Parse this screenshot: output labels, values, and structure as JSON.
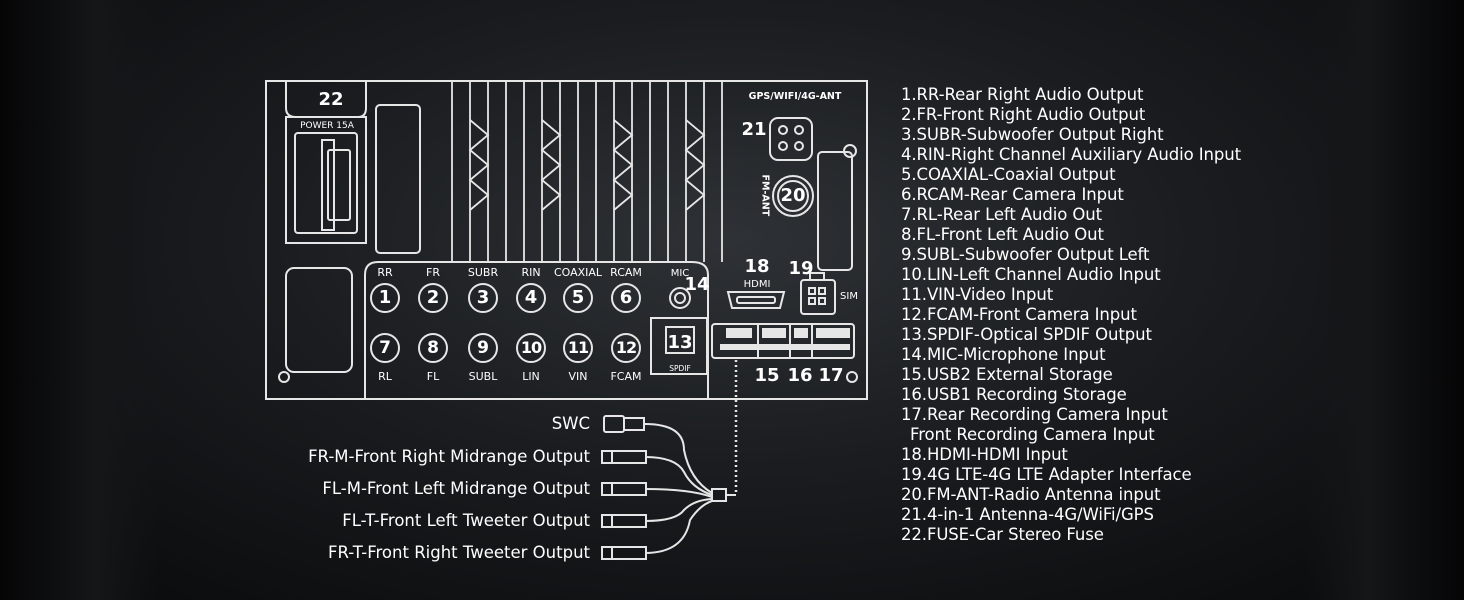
{
  "top_labels": {
    "fuse_number": "22",
    "fuse_label": "POWER 15A",
    "antenna_header": "GPS/WIFI/4G-ANT",
    "ant4in1_number": "21",
    "fm_number": "20",
    "fm_label": "FM-ANT",
    "hdmi_number": "18",
    "hdmi_label": "HDMI",
    "sim_number": "19",
    "sim_label": "SIM",
    "mic_label": "MIC",
    "mic_number": "14",
    "spdif_number": "13",
    "spdif_label": "SPDIF",
    "usb_numbers": [
      "15",
      "16",
      "17"
    ]
  },
  "rca_top": [
    {
      "label": "RR",
      "number": "1"
    },
    {
      "label": "FR",
      "number": "2"
    },
    {
      "label": "SUBR",
      "number": "3"
    },
    {
      "label": "RIN",
      "number": "4"
    },
    {
      "label": "COAXIAL",
      "number": "5"
    },
    {
      "label": "RCAM",
      "number": "6"
    }
  ],
  "rca_bottom": [
    {
      "label": "RL",
      "number": "7"
    },
    {
      "label": "FL",
      "number": "8"
    },
    {
      "label": "SUBL",
      "number": "9"
    },
    {
      "label": "LIN",
      "number": "10"
    },
    {
      "label": "VIN",
      "number": "11"
    },
    {
      "label": "FCAM",
      "number": "12"
    }
  ],
  "wires": [
    "SWC",
    "FR-M-Front Right Midrange Output",
    "FL-M-Front Left Midrange Output",
    "FL-T-Front Left Tweeter Output",
    "FR-T-Front Right Tweeter Output"
  ],
  "legend": [
    "1.RR-Rear Right Audio Output",
    "2.FR-Front Right Audio Output",
    "3.SUBR-Subwoofer Output Right",
    "4.RIN-Right Channel Auxiliary Audio Input",
    "5.COAXIAL-Coaxial Output",
    "6.RCAM-Rear Camera Input",
    "7.RL-Rear Left Audio Out",
    "8.FL-Front Left Audio Out",
    "9.SUBL-Subwoofer Output Left",
    "10.LIN-Left Channel Audio Input",
    "11.VIN-Video Input",
    "12.FCAM-Front Camera Input",
    "13.SPDIF-Optical SPDIF Output",
    "14.MIC-Microphone Input",
    "15.USB2 External Storage",
    "16.USB1 Recording Storage",
    "17.Rear Recording Camera Input",
    "Front Recording Camera Input",
    "18.HDMI-HDMI Input",
    "19.4G LTE-4G LTE Adapter Interface",
    "20.FM-ANT-Radio Antenna input",
    "21.4-in-1 Antenna-4G/WiFi/GPS",
    "22.FUSE-Car Stereo Fuse"
  ],
  "colors": {
    "line": "#e6e6e6",
    "background": "#1a1c1f",
    "text": "#ffffff"
  }
}
